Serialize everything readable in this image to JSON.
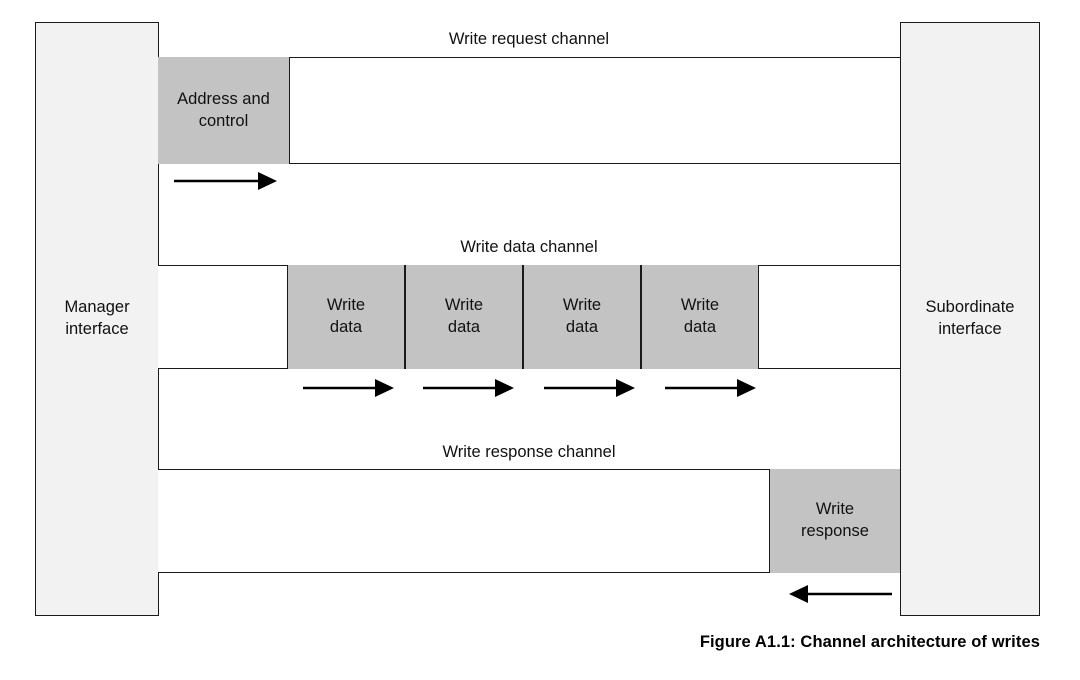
{
  "figure": {
    "caption": "Figure A1.1: Channel architecture of writes",
    "colors": {
      "interface_fill": "#f2f2f2",
      "payload_fill": "#c3c3c3",
      "stroke": "#1a1a1a",
      "background": "#ffffff"
    }
  },
  "endpoints": {
    "left": {
      "label": "Manager\ninterface",
      "line1": "Manager",
      "line2": "interface"
    },
    "right": {
      "label": "Subordinate\ninterface",
      "line1": "Subordinate",
      "line2": "interface"
    }
  },
  "channels": [
    {
      "id": "write-request",
      "label": "Write request channel",
      "direction": "manager-to-subordinate",
      "payloads": [
        {
          "line1": "Address and",
          "line2": "control"
        }
      ],
      "arrows": 1
    },
    {
      "id": "write-data",
      "label": "Write data channel",
      "direction": "manager-to-subordinate",
      "payloads": [
        {
          "line1": "Write",
          "line2": "data"
        },
        {
          "line1": "Write",
          "line2": "data"
        },
        {
          "line1": "Write",
          "line2": "data"
        },
        {
          "line1": "Write",
          "line2": "data"
        }
      ],
      "arrows": 4
    },
    {
      "id": "write-response",
      "label": "Write response channel",
      "direction": "subordinate-to-manager",
      "payloads": [
        {
          "line1": "Write",
          "line2": "response"
        }
      ],
      "arrows": 1
    }
  ]
}
